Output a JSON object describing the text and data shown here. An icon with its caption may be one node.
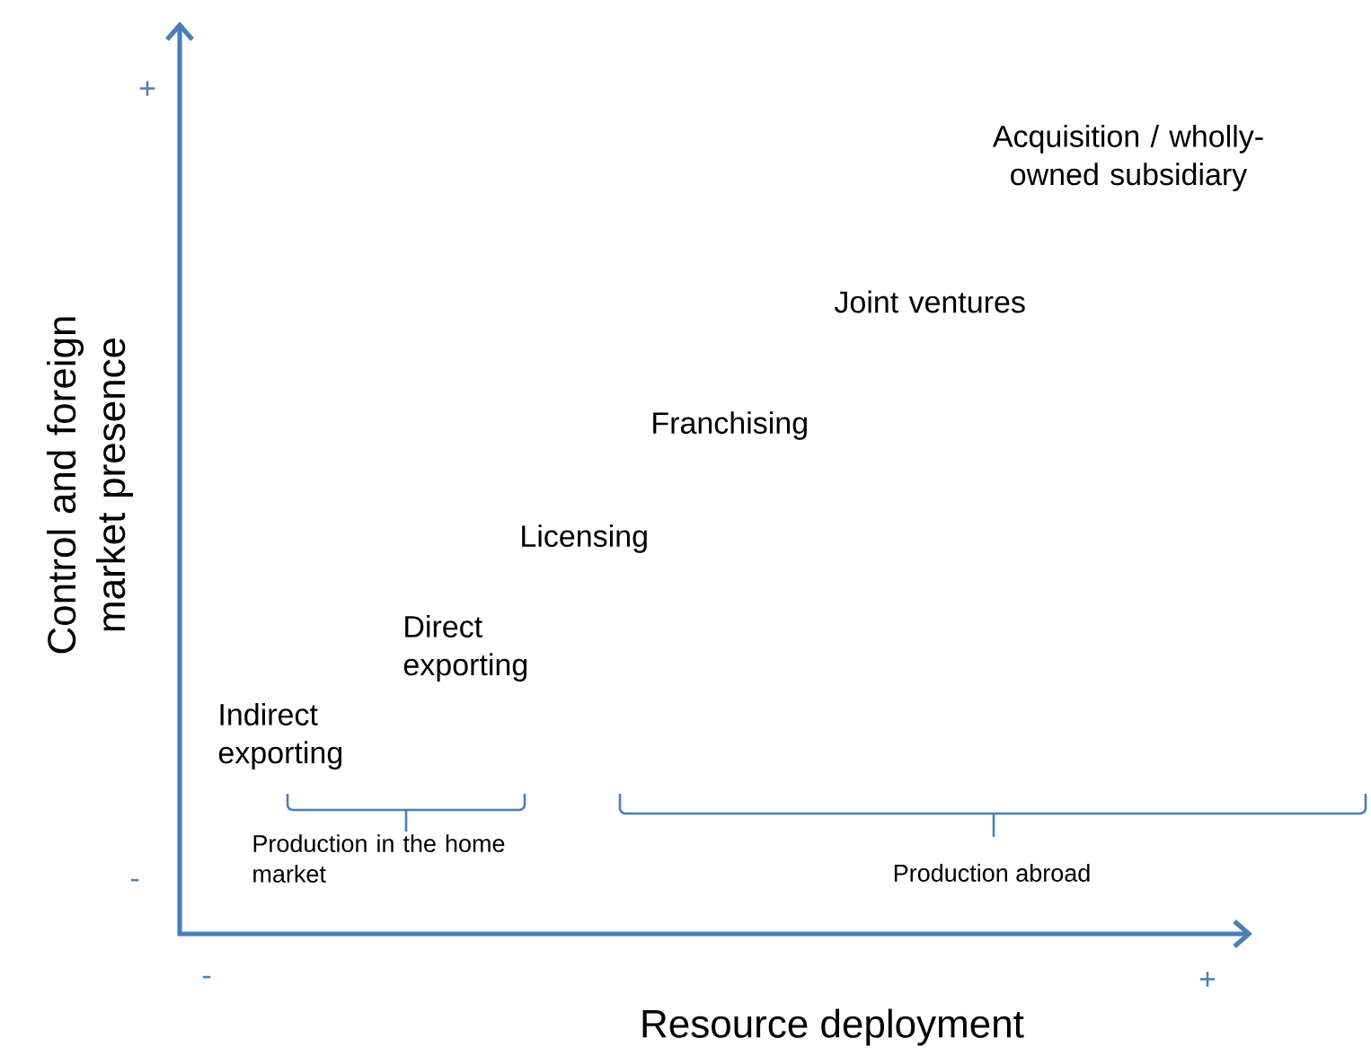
{
  "diagram": {
    "labels": [
      "+",
      "Acquisition / wholly-owned subsidiary",
      "Joint ventures",
      "Control and foreign market presence",
      "Franchising",
      "Licensing",
      "Direct exporting",
      "Indirect exporting",
      "Production in the home market",
      "Production abroad",
      "-",
      "-",
      "+",
      "Resource deployment"
    ]
  }
}
